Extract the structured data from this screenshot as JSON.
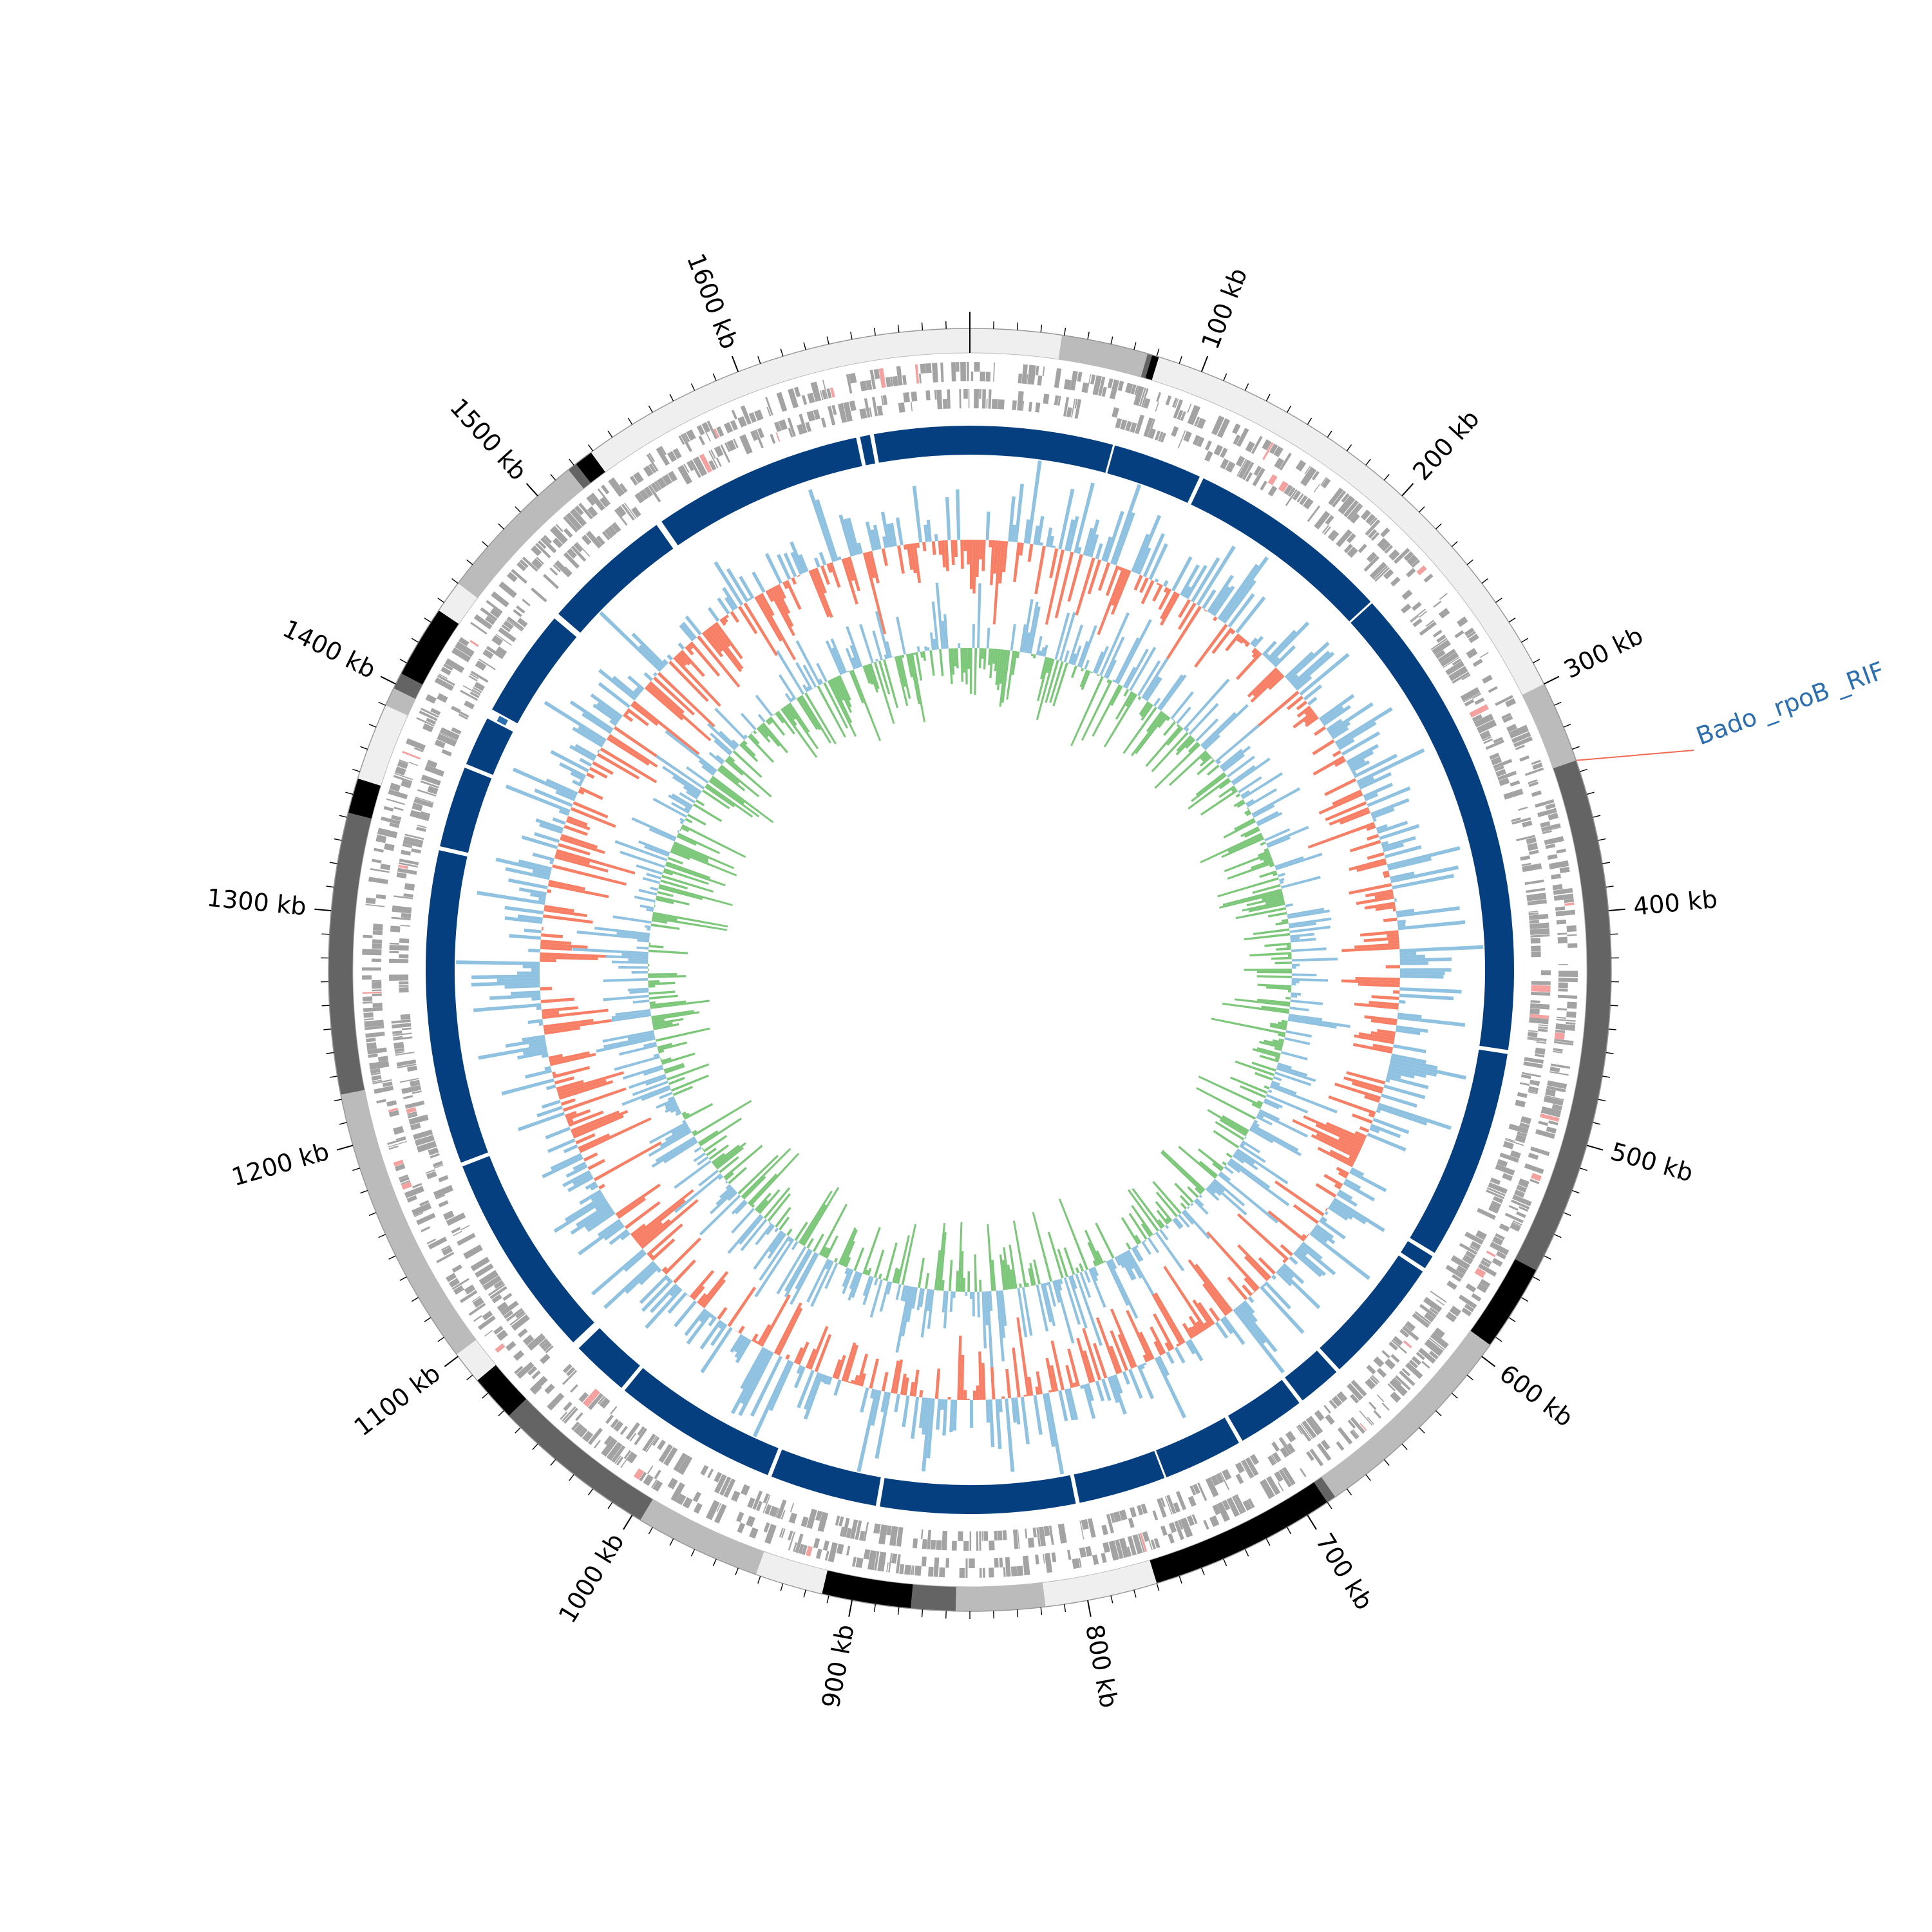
{
  "figure": {
    "genome_length_kb": 1700,
    "start_position": "top",
    "direction": "clockwise"
  },
  "axis": {
    "tick_step_kb": 100,
    "minor_tick_step_kb": 10,
    "tick_labels": [
      {
        "kb": 100,
        "label": "100 kb"
      },
      {
        "kb": 200,
        "label": "200 kb"
      },
      {
        "kb": 300,
        "label": "300 kb"
      },
      {
        "kb": 400,
        "label": "400 kb"
      },
      {
        "kb": 500,
        "label": "500 kb"
      },
      {
        "kb": 600,
        "label": "600 kb"
      },
      {
        "kb": 700,
        "label": "700 kb"
      },
      {
        "kb": 800,
        "label": "800 kb"
      },
      {
        "kb": 900,
        "label": "900 kb"
      },
      {
        "kb": 1000,
        "label": "1000 kb"
      },
      {
        "kb": 1100,
        "label": "1100 kb"
      },
      {
        "kb": 1200,
        "label": "1200 kb"
      },
      {
        "kb": 1300,
        "label": "1300 kb"
      },
      {
        "kb": 1400,
        "label": "1400 kb"
      },
      {
        "kb": 1500,
        "label": "1500 kb"
      },
      {
        "kb": 1600,
        "label": "1600 kb"
      }
    ]
  },
  "contig_ring": {
    "segments": [
      {
        "start": 0,
        "end": 39,
        "color": "#efefef"
      },
      {
        "start": 39,
        "end": 76,
        "color": "#bbbbbb"
      },
      {
        "start": 76,
        "end": 78,
        "color": "#646464"
      },
      {
        "start": 78,
        "end": 81,
        "color": "#000000"
      },
      {
        "start": 81,
        "end": 300,
        "color": "#efefef"
      },
      {
        "start": 300,
        "end": 335,
        "color": "#bbbbbb"
      },
      {
        "start": 335,
        "end": 557,
        "color": "#646464"
      },
      {
        "start": 557,
        "end": 594,
        "color": "#000000"
      },
      {
        "start": 594,
        "end": 686,
        "color": "#bbbbbb"
      },
      {
        "start": 686,
        "end": 690,
        "color": "#646464"
      },
      {
        "start": 690,
        "end": 770,
        "color": "#000000"
      },
      {
        "start": 770,
        "end": 818,
        "color": "#efefef"
      },
      {
        "start": 818,
        "end": 856,
        "color": "#bbbbbb"
      },
      {
        "start": 856,
        "end": 875,
        "color": "#646464"
      },
      {
        "start": 875,
        "end": 913,
        "color": "#000000"
      },
      {
        "start": 913,
        "end": 942,
        "color": "#efefef"
      },
      {
        "start": 942,
        "end": 996,
        "color": "#bbbbbb"
      },
      {
        "start": 996,
        "end": 1067,
        "color": "#646464"
      },
      {
        "start": 1067,
        "end": 1087,
        "color": "#000000"
      },
      {
        "start": 1087,
        "end": 1101,
        "color": "#efefef"
      },
      {
        "start": 1101,
        "end": 1222,
        "color": "#bbbbbb"
      },
      {
        "start": 1222,
        "end": 1342,
        "color": "#646464"
      },
      {
        "start": 1342,
        "end": 1357,
        "color": "#000000"
      },
      {
        "start": 1357,
        "end": 1390,
        "color": "#efefef"
      },
      {
        "start": 1390,
        "end": 1398,
        "color": "#bbbbbb"
      },
      {
        "start": 1398,
        "end": 1405,
        "color": "#646464"
      },
      {
        "start": 1405,
        "end": 1436,
        "color": "#000000"
      },
      {
        "start": 1436,
        "end": 1450,
        "color": "#efefef"
      },
      {
        "start": 1450,
        "end": 1517,
        "color": "#bbbbbb"
      },
      {
        "start": 1517,
        "end": 1521,
        "color": "#646464"
      },
      {
        "start": 1521,
        "end": 1529,
        "color": "#000000"
      },
      {
        "start": 1529,
        "end": 1700,
        "color": "#efefef"
      }
    ]
  },
  "blast_ring": {
    "color": "#063f80",
    "segments": [
      {
        "start": 0,
        "end": 72
      },
      {
        "start": 73,
        "end": 118
      },
      {
        "start": 120,
        "end": 224
      },
      {
        "start": 225,
        "end": 465
      },
      {
        "start": 467,
        "end": 573
      },
      {
        "start": 575,
        "end": 582
      },
      {
        "start": 584,
        "end": 648
      },
      {
        "start": 650,
        "end": 672
      },
      {
        "start": 674,
        "end": 708
      },
      {
        "start": 710,
        "end": 750
      },
      {
        "start": 751,
        "end": 795
      },
      {
        "start": 797,
        "end": 895
      },
      {
        "start": 897,
        "end": 951
      },
      {
        "start": 953,
        "end": 1036
      },
      {
        "start": 1038,
        "end": 1067
      },
      {
        "start": 1071,
        "end": 1175
      },
      {
        "start": 1177,
        "end": 1335
      },
      {
        "start": 1337,
        "end": 1378
      },
      {
        "start": 1380,
        "end": 1405
      },
      {
        "start": 1410,
        "end": 1465
      },
      {
        "start": 1468,
        "end": 1534
      },
      {
        "start": 1537,
        "end": 1643
      },
      {
        "start": 1645,
        "end": 1650
      },
      {
        "start": 1652,
        "end": 1700
      }
    ]
  },
  "gc_content": {
    "positive_color": "#8fc1e0",
    "negative_color": "#f77f66",
    "window_kb": 2
  },
  "gc_skew": {
    "positive_color": "#8fc1e0",
    "negative_color": "#7cc77a",
    "window_kb": 2
  },
  "cds_colors": {
    "gene": "#a3a3a3",
    "rna": "#f4a1a0"
  },
  "annotation": {
    "label": "Bado _rpoB _RIF",
    "position_kb": 335,
    "label_color": "#2c6fb0",
    "line_color": "#f06a55"
  }
}
